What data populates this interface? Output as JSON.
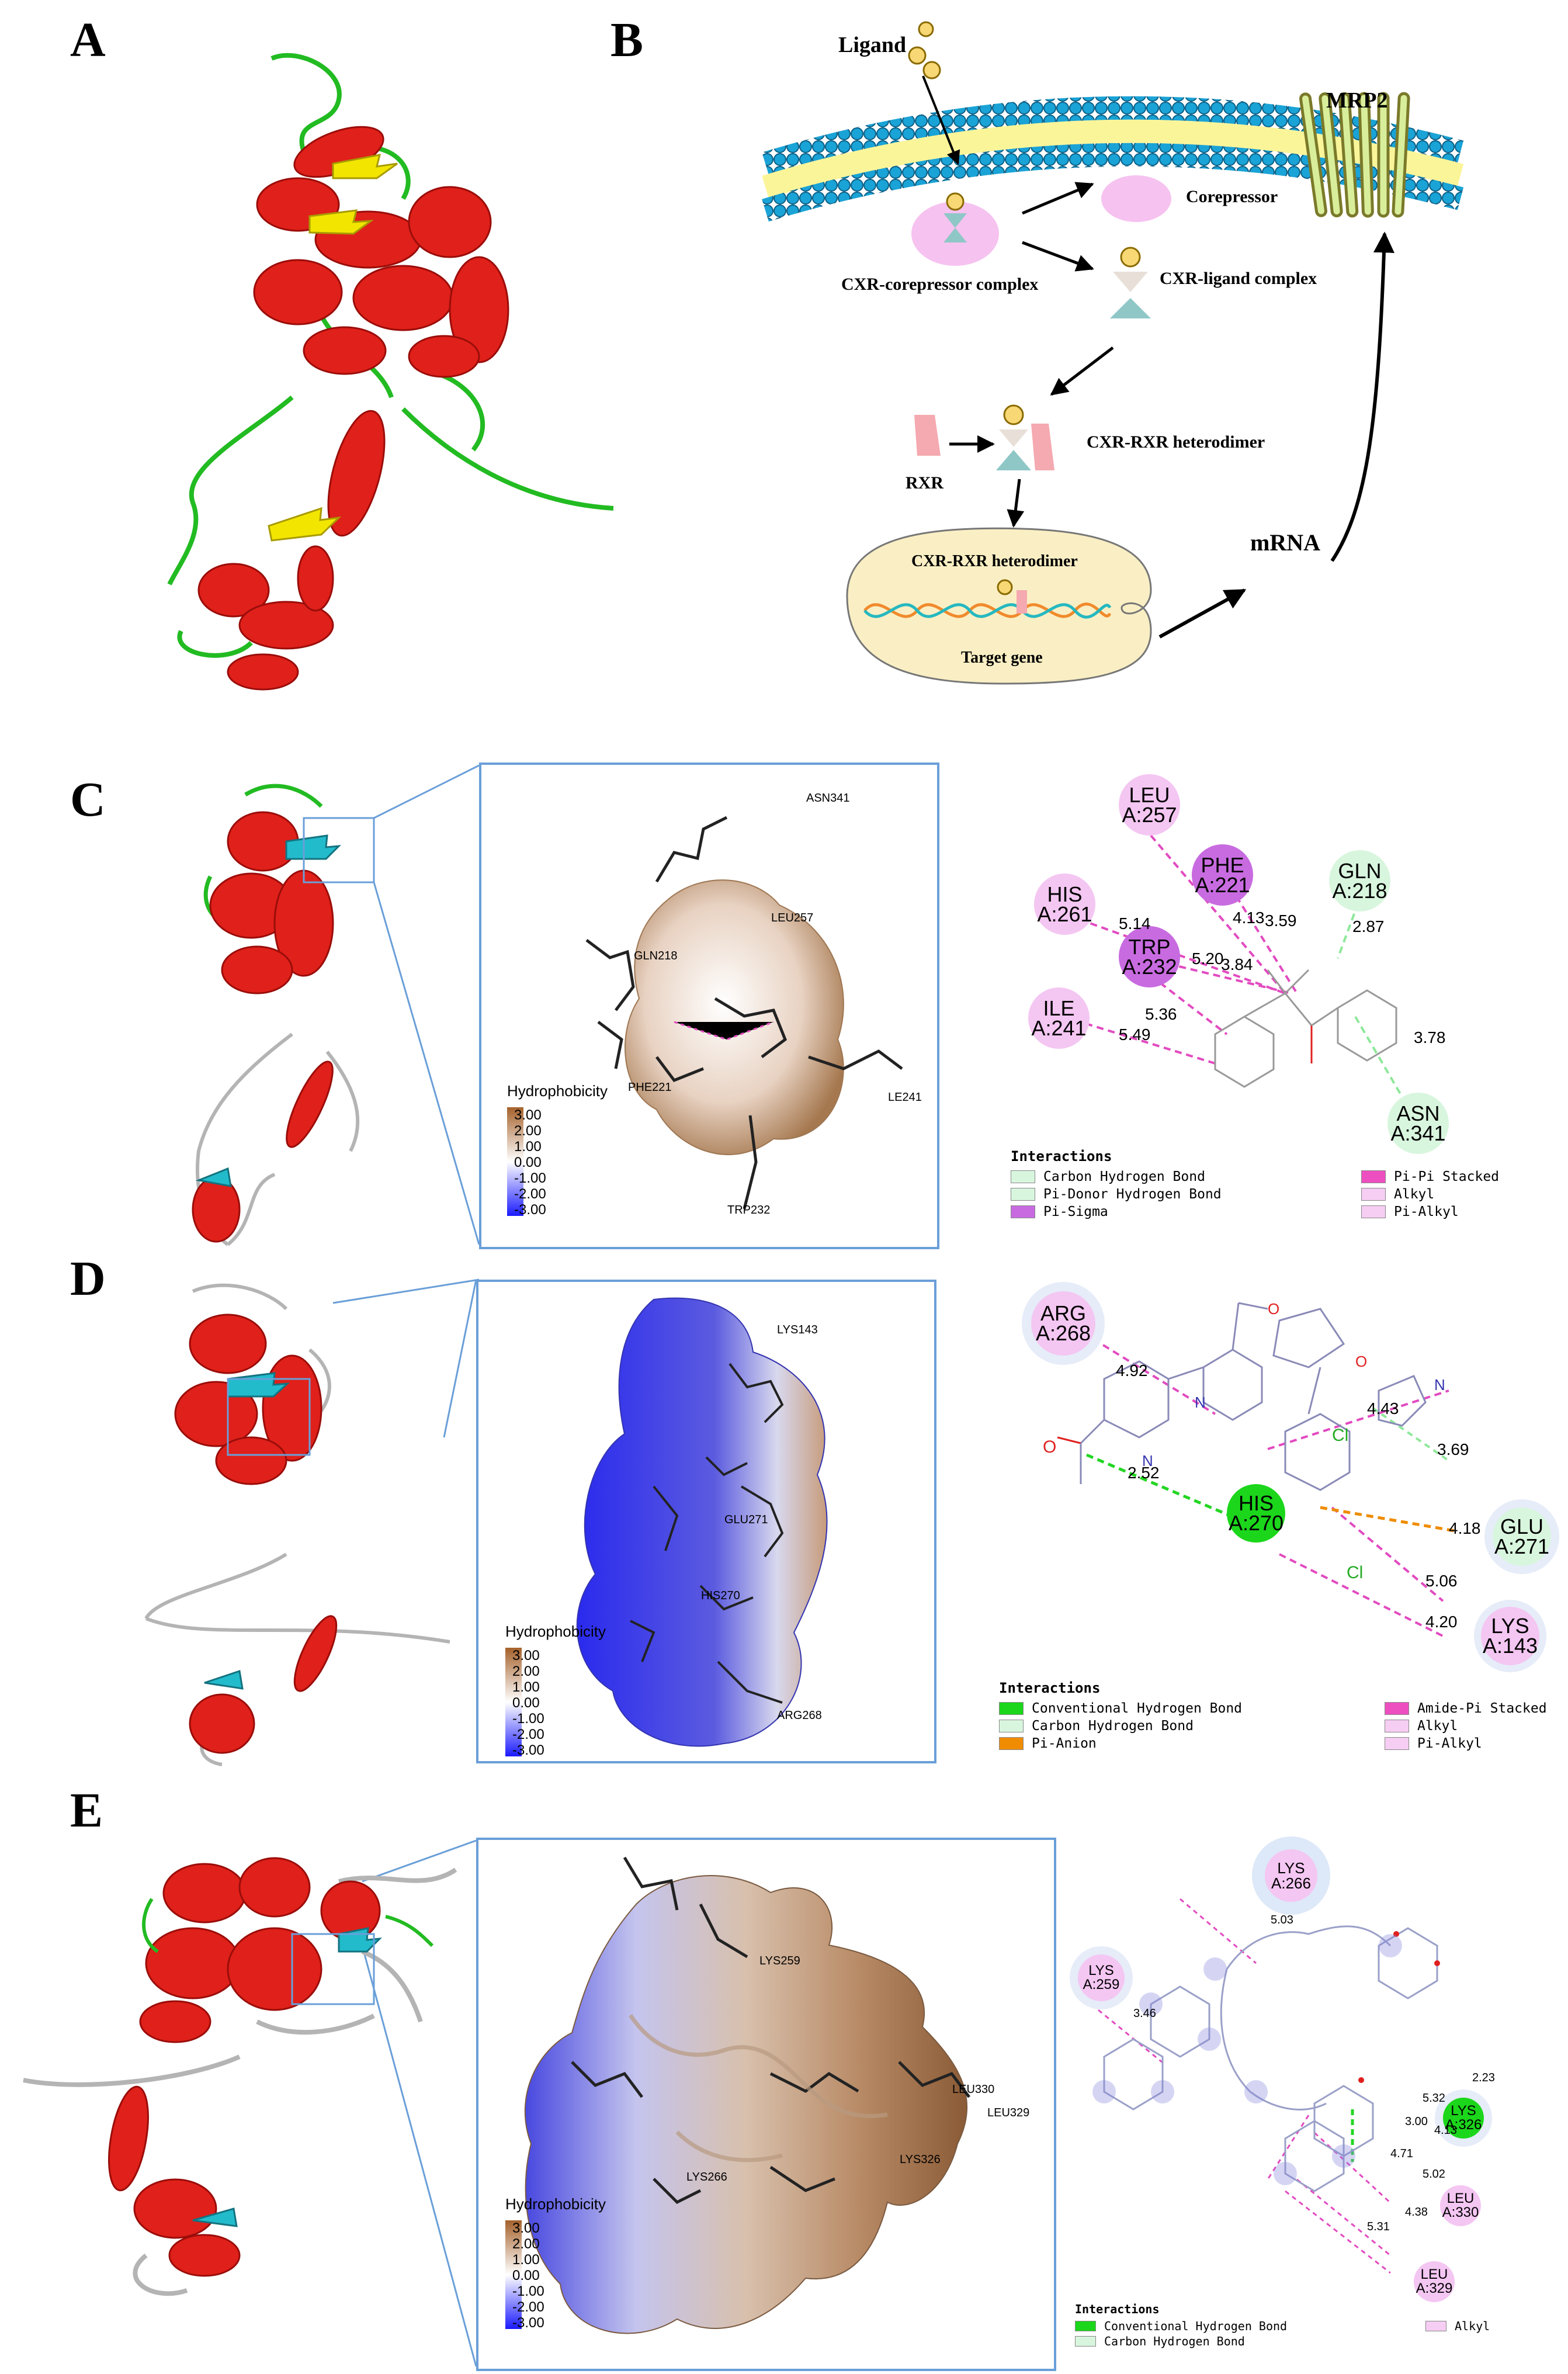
{
  "panels": {
    "a": "A",
    "b": "B",
    "c": "C",
    "d": "D",
    "e": "E"
  },
  "schema": {
    "ligand": "Ligand",
    "mrp2": "MRP2",
    "corepressor": "Corepressor",
    "cxr_corepressor": "CXR-corepressor complex",
    "cxr_ligand": "CXR-ligand complex",
    "cxr_rxr": "CXR-RXR heterodimer",
    "rxr": "RXR",
    "cxr_rxr_nucleus": "CXR-RXR heterodimer",
    "target_gene": "Target gene",
    "mrna": "mRNA"
  },
  "hydrophobicity": {
    "title": "Hydrophobicity",
    "ticks": [
      "3.00",
      "2.00",
      "1.00",
      "0.00",
      "-1.00",
      "-2.00",
      "-3.00"
    ]
  },
  "interactions_title": "Interactions",
  "panel_c": {
    "pocket_labels": [
      "ASN341",
      "LEU257",
      "GLN218",
      "PHE221",
      "LE241",
      "TRP232"
    ],
    "residues": [
      {
        "name": "LEU",
        "id": "A:257",
        "color": "#f4c6f2"
      },
      {
        "name": "PHE",
        "id": "A:221",
        "color": "#c86be0"
      },
      {
        "name": "GLN",
        "id": "A:218",
        "color": "#d8f6de"
      },
      {
        "name": "HIS",
        "id": "A:261",
        "color": "#f4c6f2"
      },
      {
        "name": "TRP",
        "id": "A:232",
        "color": "#c86be0"
      },
      {
        "name": "ILE",
        "id": "A:241",
        "color": "#f4c6f2"
      },
      {
        "name": "ASN",
        "id": "A:341",
        "color": "#d8f6de"
      }
    ],
    "distances": [
      "4.13",
      "3.59",
      "5.14",
      "5.20",
      "3.84",
      "5.36",
      "5.49",
      "2.87",
      "3.78"
    ],
    "legend": [
      {
        "label": "Carbon Hydrogen Bond",
        "color": "#d8f6de"
      },
      {
        "label": "Pi-Donor Hydrogen Bond",
        "color": "#d8f6de"
      },
      {
        "label": "Pi-Sigma",
        "color": "#c86be0"
      },
      {
        "label": "Pi-Pi Stacked",
        "color": "#ee4fc0"
      },
      {
        "label": "Alkyl",
        "color": "#f6cdf3"
      },
      {
        "label": "Pi-Alkyl",
        "color": "#f6cdf3"
      }
    ]
  },
  "panel_d": {
    "pocket_labels": [
      "LYS143",
      "GLU271",
      "HIS270",
      "ARG268"
    ],
    "residues": [
      {
        "name": "ARG",
        "id": "A:268",
        "color": "#f4c6f2"
      },
      {
        "name": "HIS",
        "id": "A:270",
        "color": "#1bd61b"
      },
      {
        "name": "GLU",
        "id": "A:271",
        "color": "#d8f6de"
      },
      {
        "name": "LYS",
        "id": "A:143",
        "color": "#f4c6f2"
      }
    ],
    "distances": [
      "4.92",
      "2.52",
      "4.43",
      "3.69",
      "4.18",
      "5.06",
      "4.20"
    ],
    "atoms": [
      "O",
      "N",
      "N",
      "O",
      "O",
      "Cl",
      "Cl",
      "N"
    ],
    "legend": [
      {
        "label": "Conventional Hydrogen Bond",
        "color": "#1bd61b"
      },
      {
        "label": "Carbon Hydrogen Bond",
        "color": "#d8f6de"
      },
      {
        "label": "Pi-Anion",
        "color": "#ef8c00"
      },
      {
        "label": "Amide-Pi Stacked",
        "color": "#ee4fc0"
      },
      {
        "label": "Alkyl",
        "color": "#f6cdf3"
      },
      {
        "label": "Pi-Alkyl",
        "color": "#f6cdf3"
      }
    ]
  },
  "panel_e": {
    "pocket_labels": [
      "LYS259",
      "LEU330",
      "LEU329",
      "LYS266",
      "LYS326"
    ],
    "residues": [
      {
        "name": "LYS",
        "id": "A:266",
        "color": "#f4c6f2"
      },
      {
        "name": "LYS",
        "id": "A:259",
        "color": "#f4c6f2"
      },
      {
        "name": "LYS",
        "id": "A:326",
        "color": "#1bd61b"
      },
      {
        "name": "LEU",
        "id": "A:330",
        "color": "#f4c6f2"
      },
      {
        "name": "LEU",
        "id": "A:329",
        "color": "#f4c6f2"
      }
    ],
    "distances": [
      "5.03",
      "3.46",
      "2.23",
      "5.32",
      "3.00",
      "4.13",
      "4.71",
      "5.02",
      "4.38",
      "5.31"
    ],
    "legend": [
      {
        "label": "Conventional Hydrogen Bond",
        "color": "#1bd61b"
      },
      {
        "label": "Carbon Hydrogen Bond",
        "color": "#d8f6de"
      },
      {
        "label": "Alkyl",
        "color": "#f6cdf3"
      }
    ]
  },
  "colors": {
    "helix": "#e0201a",
    "coil": "#22bb22",
    "sheet_a": "#f2e600",
    "sheet": "#22bbcc",
    "loop": "#b4b4b4",
    "membrane": "#1aa3d6",
    "lipid_core": "#fbf59a"
  }
}
